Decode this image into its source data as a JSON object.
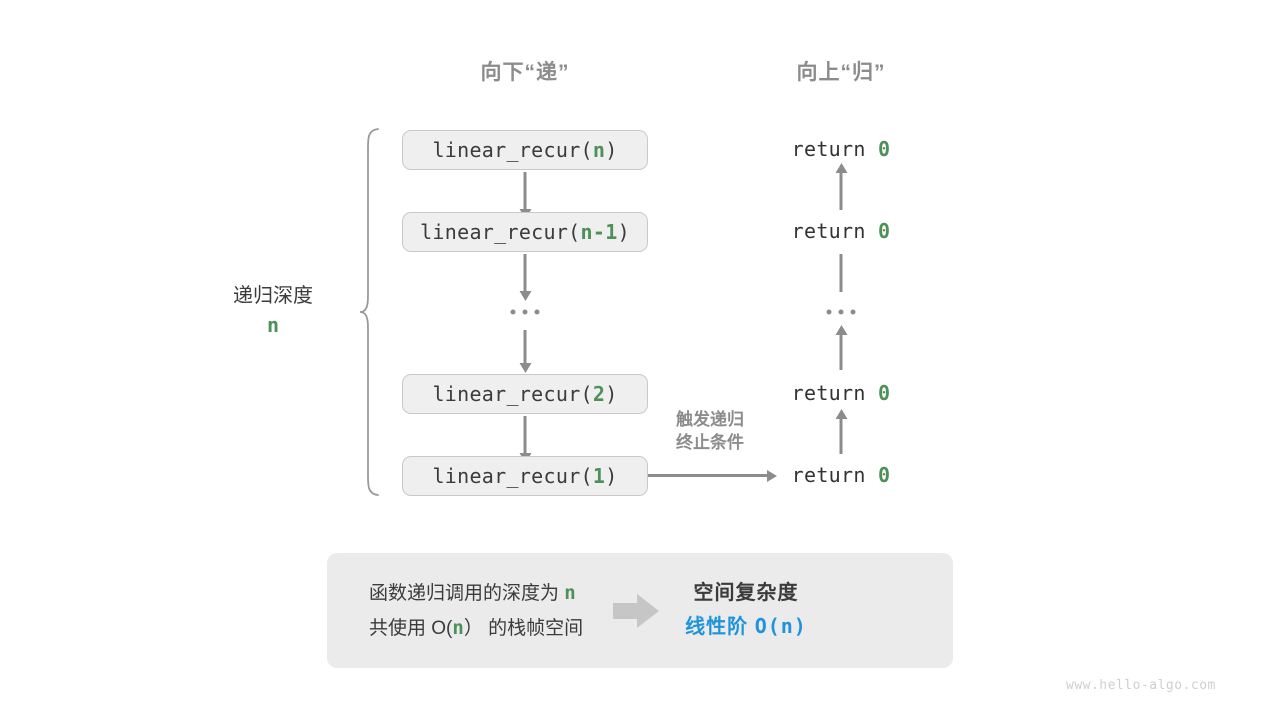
{
  "diagram": {
    "title_left": "向下“递”",
    "title_right": "向上“归”",
    "watermark": "www.hello-algo.com",
    "colors": {
      "accent_green": "#4e9158",
      "accent_blue": "#1e94dd",
      "arrow_gray": "#8c8c8c",
      "box_fill": "#efefef",
      "box_border": "#c9c9c9",
      "panel_fill": "#ebebeb",
      "text_dark": "#3b3b3b",
      "muted_gray": "#8c8c8c"
    },
    "depth_label": {
      "text": "递归深度",
      "value": "n"
    },
    "calls": [
      {
        "prefix": "linear_recur(",
        "arg": "n",
        "suffix": ")"
      },
      {
        "prefix": "linear_recur(",
        "arg": "n-1",
        "suffix": ")"
      },
      {
        "ellipsis": "..."
      },
      {
        "prefix": "linear_recur(",
        "arg": "2",
        "suffix": ")"
      },
      {
        "prefix": "linear_recur(",
        "arg": "1",
        "suffix": ")"
      }
    ],
    "returns": [
      {
        "keyword": "return",
        "value": "0"
      },
      {
        "keyword": "return",
        "value": "0"
      },
      {
        "ellipsis": "..."
      },
      {
        "keyword": "return",
        "value": "0"
      },
      {
        "keyword": "return",
        "value": "0"
      }
    ],
    "trigger_note": {
      "line1": "触发递归",
      "line2": "终止条件"
    },
    "summary": {
      "left_line1_a": "函数递归调用的深度为 ",
      "left_line1_n": "n",
      "left_line2_a": "共使用 O(",
      "left_line2_n": "n",
      "left_line2_b": "） 的栈帧空间",
      "right_title": "空间复杂度",
      "right_value_label": "线性阶 ",
      "right_value_expr": "O(n)"
    }
  }
}
